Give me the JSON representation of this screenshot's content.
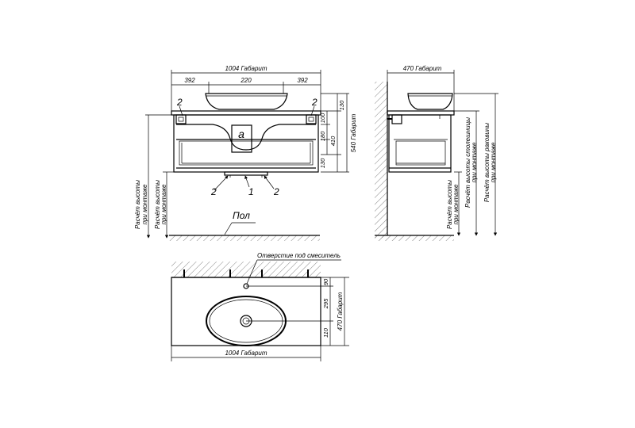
{
  "front_view": {
    "width_total": "1004 Габарит",
    "width_left": "392",
    "width_mid": "220",
    "width_right": "392",
    "dim_130_top": "130",
    "dim_100": "100",
    "dim_180": "180",
    "dim_410": "410",
    "dim_130_bottom": "130",
    "height_total": "540 Габарит",
    "callout_a": "a",
    "callout_2_left_top": "2",
    "callout_2_right_top": "2",
    "callout_2_bottom_left": "2",
    "callout_1_bottom": "1",
    "callout_2_bottom_right": "2",
    "height_label_1_line1": "Расчёт высоты",
    "height_label_1_line2": "при монтаже",
    "height_label_2_line1": "Расчёт высоты",
    "height_label_2_line2": "при монтаже",
    "floor_label": "Пол"
  },
  "side_view": {
    "depth_total": "470 Габарит",
    "label_a_line1": "Расчёт высоты",
    "label_a_line2": "при монтаже",
    "label_b_line1": "Расчёт высоты столешницы",
    "label_b_line2": "при монтаже",
    "label_c_line1": "Расчёт высоты раковины",
    "label_c_line2": "при монтаже"
  },
  "top_view": {
    "mixer_hole_label": "Отверстие под смеситель",
    "dim_90": "90",
    "dim_295": "295",
    "dim_110": "110",
    "depth_total": "470 Габарит",
    "width_total": "1004 Габарит"
  }
}
